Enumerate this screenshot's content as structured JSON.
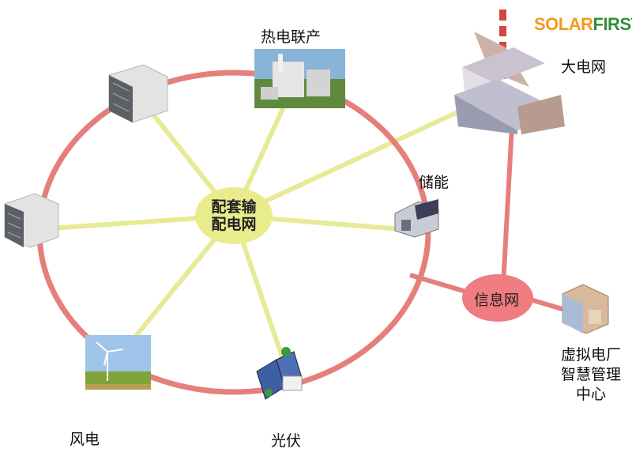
{
  "logo": {
    "part1": "SOLAR",
    "part2": "FIRST"
  },
  "center": {
    "line1": "配套输",
    "line2": "配电网"
  },
  "info_network": "信息网",
  "labels": {
    "chp": "热电联产",
    "big_grid": "大电网",
    "storage": "储能",
    "wind": "风电",
    "pv": "光伏",
    "vpp_line1": "虚拟电厂",
    "vpp_line2": "智慧管理",
    "vpp_line3": "中心"
  },
  "colors": {
    "ring": "#e57f7c",
    "spoke": "#e7ea96",
    "center_fill": "#e9ec8c",
    "info_fill": "#f07b80"
  }
}
